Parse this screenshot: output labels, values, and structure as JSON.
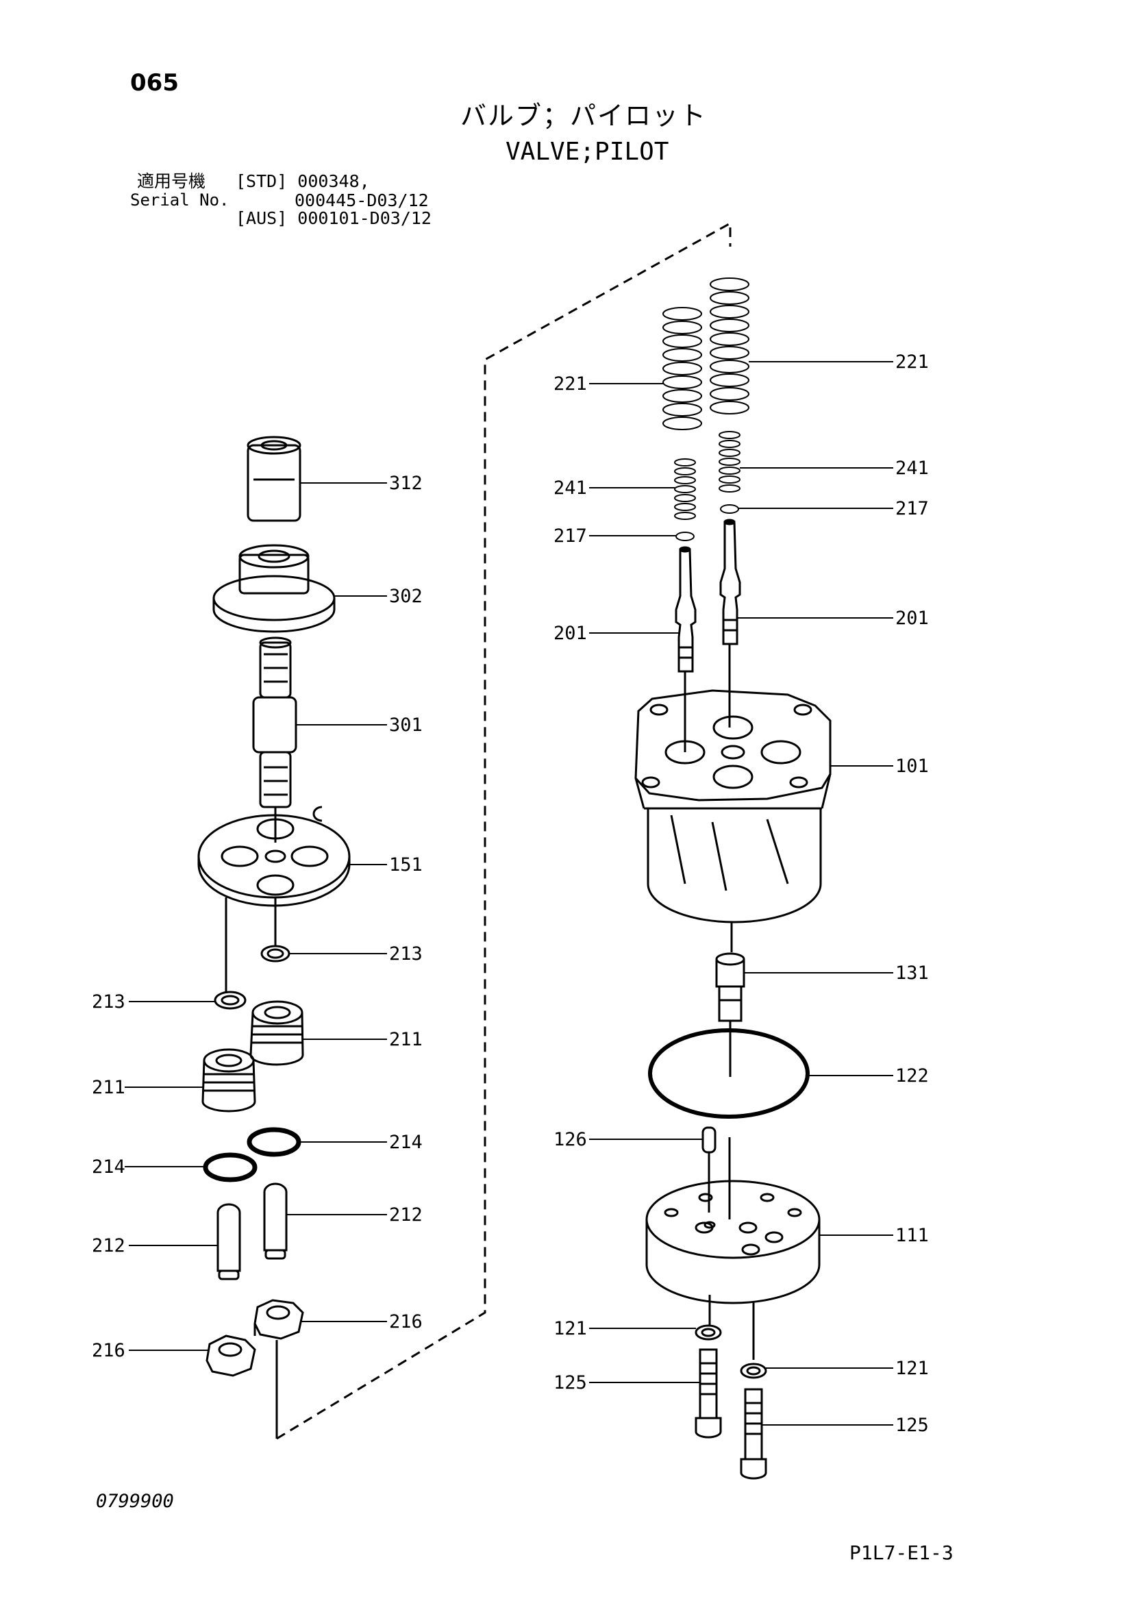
{
  "header": {
    "page_number": "065",
    "title_jp": "バルブ；パイロット",
    "title_en": "VALVE;PILOT"
  },
  "serial": {
    "label_jp": "適用号機",
    "label_en": "Serial No.",
    "line1": "[STD] 000348,",
    "line2": "000445-D03/12",
    "line3": "[AUS] 000101-D03/12"
  },
  "footer": {
    "drawing_code": "0799900",
    "sheet_code": "P1L7-E1-3"
  },
  "diagram": {
    "callouts": [
      {
        "id": "c312",
        "label": "312"
      },
      {
        "id": "c302",
        "label": "302"
      },
      {
        "id": "c301",
        "label": "301"
      },
      {
        "id": "c151",
        "label": "151"
      },
      {
        "id": "c213r",
        "label": "213"
      },
      {
        "id": "c213l",
        "label": "213"
      },
      {
        "id": "c211r",
        "label": "211"
      },
      {
        "id": "c211l",
        "label": "211"
      },
      {
        "id": "c214r",
        "label": "214"
      },
      {
        "id": "c214l",
        "label": "214"
      },
      {
        "id": "c212r",
        "label": "212"
      },
      {
        "id": "c212l",
        "label": "212"
      },
      {
        "id": "c216r",
        "label": "216"
      },
      {
        "id": "c216l",
        "label": "216"
      },
      {
        "id": "c221l",
        "label": "221"
      },
      {
        "id": "c221r",
        "label": "221"
      },
      {
        "id": "c241l",
        "label": "241"
      },
      {
        "id": "c241r",
        "label": "241"
      },
      {
        "id": "c217l",
        "label": "217"
      },
      {
        "id": "c217r",
        "label": "217"
      },
      {
        "id": "c201l",
        "label": "201"
      },
      {
        "id": "c201r",
        "label": "201"
      },
      {
        "id": "c101",
        "label": "101"
      },
      {
        "id": "c131",
        "label": "131"
      },
      {
        "id": "c122",
        "label": "122"
      },
      {
        "id": "c126",
        "label": "126"
      },
      {
        "id": "c111",
        "label": "111"
      },
      {
        "id": "c121l",
        "label": "121"
      },
      {
        "id": "c121r",
        "label": "121"
      },
      {
        "id": "c125l",
        "label": "125"
      },
      {
        "id": "c125r",
        "label": "125"
      }
    ]
  }
}
